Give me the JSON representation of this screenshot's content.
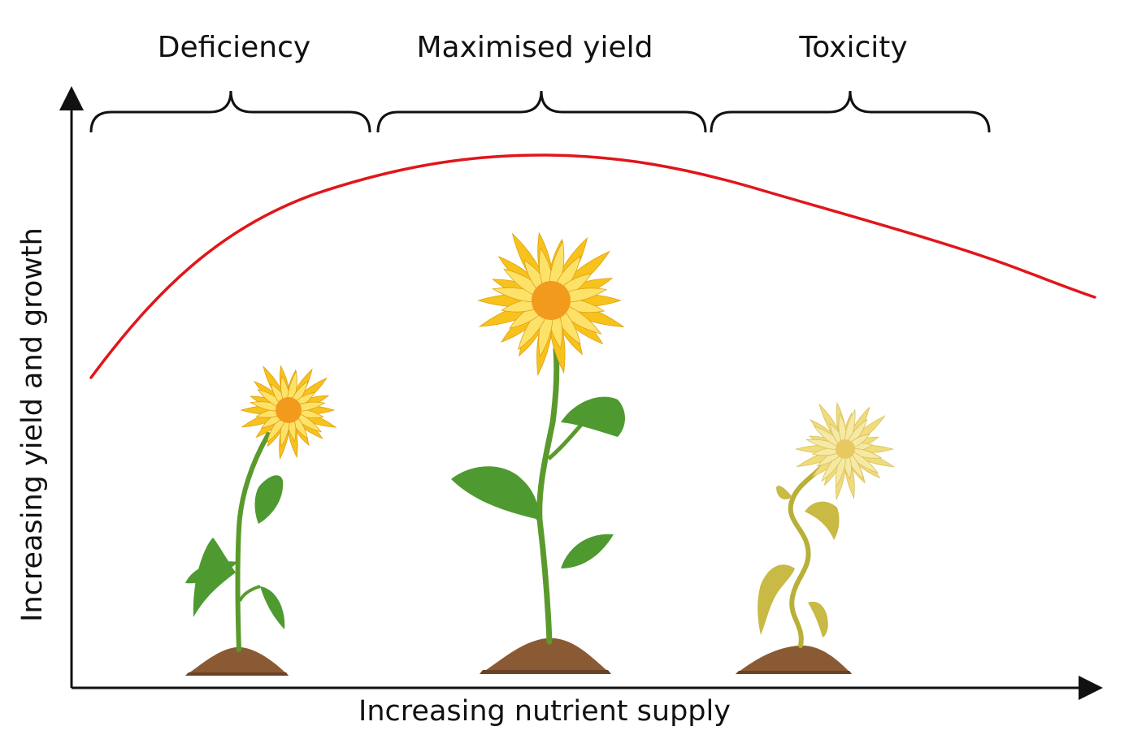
{
  "zones": {
    "deficiency": "Deficiency",
    "maximised": "Maximised yield",
    "toxicity": "Toxicity"
  },
  "axes": {
    "x_label": "Increasing nutrient supply",
    "y_label": "Increasing yield and growth"
  },
  "colors": {
    "curve": "#e0161b",
    "axis": "#111111",
    "soil": "#8a5a34",
    "soil_dark": "#6b4124",
    "stem_healthy": "#5a9a2c",
    "leaf_healthy": "#4e9a30",
    "petal_healthy": "#f7c21c",
    "petal_light": "#fde26a",
    "center": "#f29a1c",
    "stem_toxic": "#b8b038",
    "leaf_toxic": "#c9b945",
    "petal_toxic": "#f0dc7a"
  },
  "icons": [
    "sunflower-deficient-icon",
    "sunflower-healthy-icon",
    "sunflower-wilted-icon"
  ]
}
